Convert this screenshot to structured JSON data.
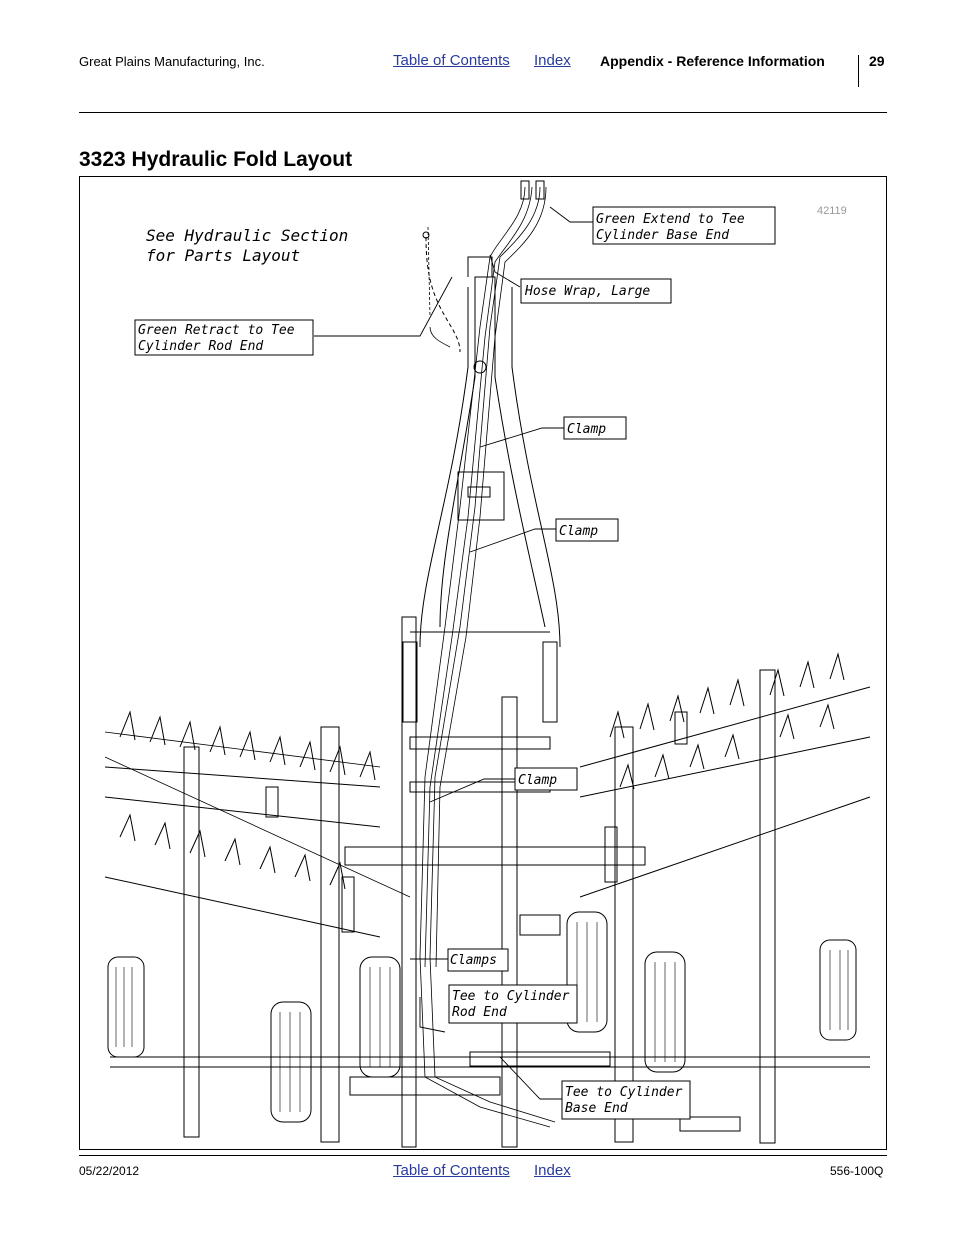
{
  "header": {
    "company": "Great Plains Manufacturing, Inc.",
    "toc_link": "Table of Contents",
    "index_link": "Index",
    "section": "Appendix - Reference Information",
    "page_number": "29"
  },
  "title": "3323 Hydraulic Fold Layout",
  "figure": {
    "figure_number": "42119",
    "note_lines": [
      "See Hydraulic Section",
      "for Parts Layout"
    ],
    "callouts": {
      "green_extend": [
        "Green Extend to Tee",
        "Cylinder Base End"
      ],
      "hose_wrap": [
        "Hose Wrap, Large"
      ],
      "green_retract": [
        "Green Retract to Tee",
        "Cylinder Rod End"
      ],
      "clamp_upper": [
        "Clamp"
      ],
      "clamp_mid": [
        "Clamp"
      ],
      "clamp_lower": [
        "Clamp"
      ],
      "clamps": [
        "Clamps"
      ],
      "tee_rod": [
        "Tee to Cylinder",
        "Rod End"
      ],
      "tee_base": [
        "Tee to Cylinder",
        "Base End"
      ]
    }
  },
  "footer": {
    "date": "05/22/2012",
    "toc_link": "Table of Contents",
    "index_link": "Index",
    "doc_number": "556-100Q"
  }
}
